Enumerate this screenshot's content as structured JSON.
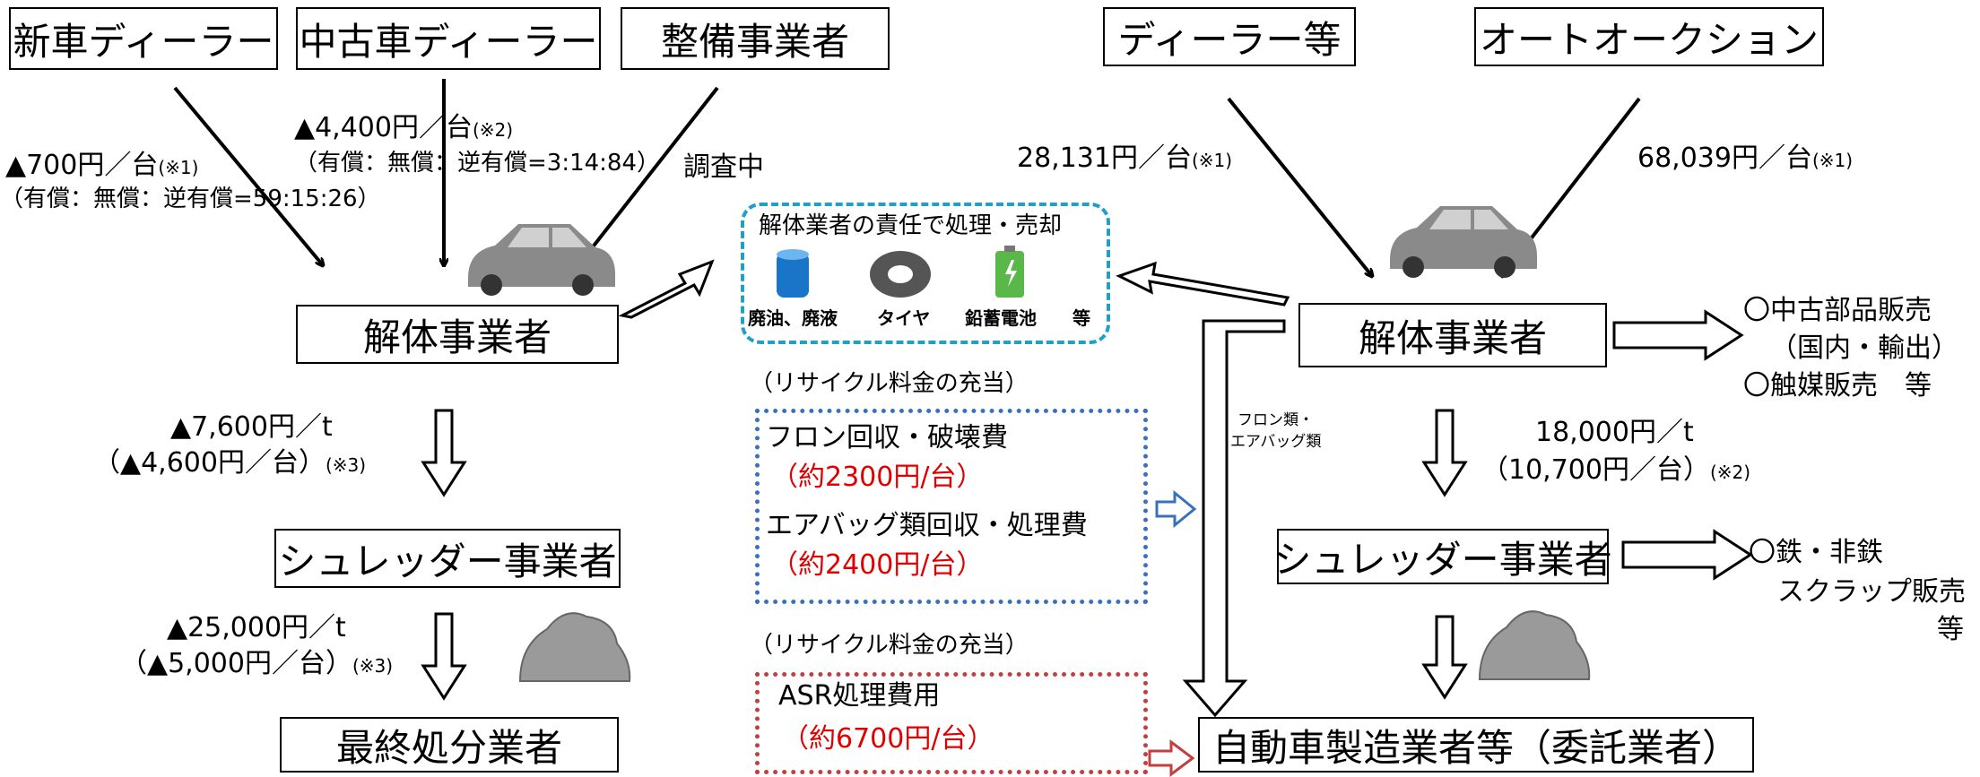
{
  "left": {
    "sources": [
      "新車ディーラー",
      "中古車ディーラー",
      "整備事業者"
    ],
    "new_dealer_price": "▲700円／台",
    "new_dealer_note": "(※1)",
    "new_dealer_ratio": "（有償：無償：逆有償=59:15:26）",
    "used_dealer_price": "▲4,400円／台",
    "used_dealer_note": "(※2)",
    "used_dealer_ratio": "（有償：無償：逆有償=3:14:84）",
    "dismantler": "解体事業者",
    "to_shredder_price": "▲7,600円／t",
    "to_shredder_price2": "（▲4,600円／台）",
    "to_shredder_note": "(※3)",
    "shredder": "シュレッダー事業者",
    "to_final_price": "▲25,000円／t",
    "to_final_price2": "（▲5,000円／台）",
    "to_final_note": "(※3)",
    "final": "最終処分業者"
  },
  "center": {
    "survey": "調査中",
    "resp_title": "解体業者の責任で処理・売却",
    "items": [
      "廃油、廃液",
      "タイヤ",
      "鉛蓄電池",
      "等"
    ],
    "recycle_fee_1": "（リサイクル料金の充当）",
    "freon": "フロン回収・破壊費",
    "freon_price": "（約2300円/台）",
    "airbag": "エアバッグ類回収・処理費",
    "airbag_price": "（約2400円/台）",
    "recycle_fee_2": "（リサイクル料金の充当）",
    "asr": "ASR処理費用",
    "asr_price": "（約6700円/台）",
    "freon_airbag_label": [
      "フロン類・",
      "エアバッグ類"
    ]
  },
  "right": {
    "sources": [
      "ディーラー等",
      "オートオークション"
    ],
    "dealer_price": "28,131円／台",
    "dealer_note": "(※1)",
    "auction_price": "68,039円／台",
    "auction_note": "(※1)",
    "dismantler": "解体事業者",
    "parts_sales": [
      "〇中古部品販売",
      "（国内・輸出）",
      "〇触媒販売　等"
    ],
    "to_shredder_price": "18,000円／t",
    "to_shredder_price2": "（10,700円／台）",
    "to_shredder_note": "(※2)",
    "shredder": "シュレッダー事業者",
    "scrap_sales": [
      "〇鉄・非鉄",
      "スクラップ販売",
      "等"
    ],
    "manufacturer": "自動車製造業者等（委託業者）"
  },
  "colors": {
    "dashed_cyan": "#1fa0c8",
    "dotted_blue": "#3a70c0",
    "dotted_red": "#c04040",
    "price_red": "#e00000"
  }
}
